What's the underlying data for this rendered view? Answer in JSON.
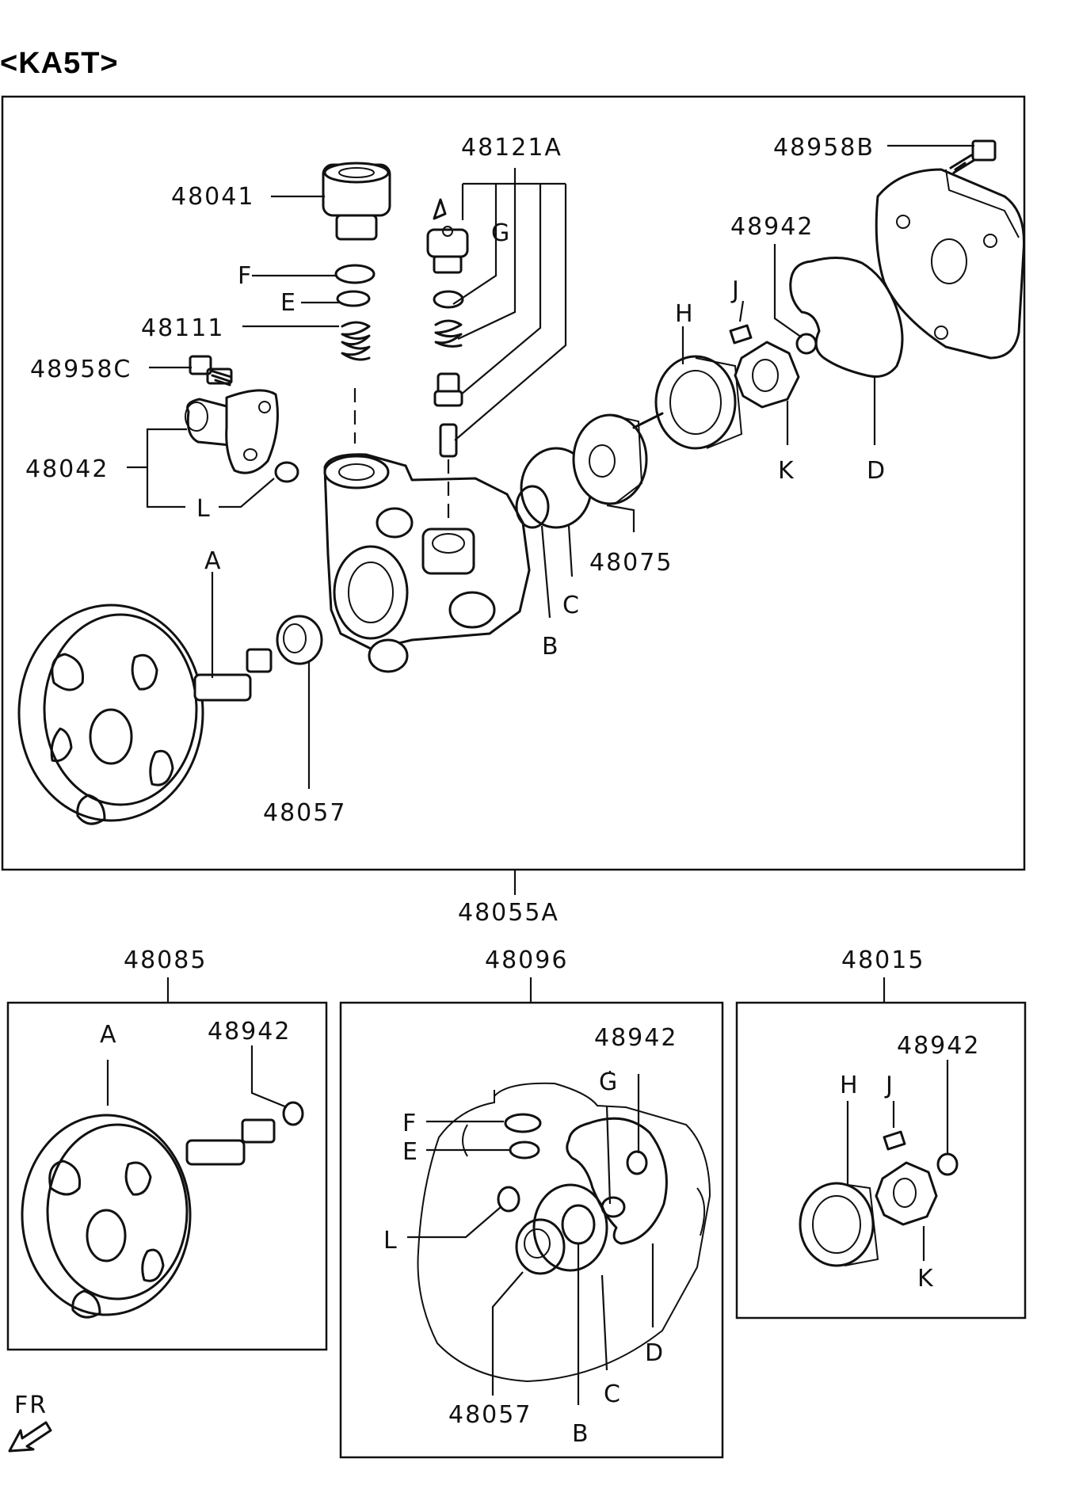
{
  "title": "<KA5T>",
  "direction_label": "FR",
  "main_assembly": {
    "label": "48055A",
    "callouts": {
      "p48121A": "48121A",
      "p48041": "48041",
      "p48958B": "48958B",
      "p48942": "48942",
      "F": "F",
      "E": "E",
      "G": "G",
      "p48111": "48111",
      "p48958C": "48958C",
      "J": "J",
      "H": "H",
      "p48042": "48042",
      "L": "L",
      "K": "K",
      "D": "D",
      "A": "A",
      "p48075": "48075",
      "C": "C",
      "B": "B",
      "p48057": "48057"
    }
  },
  "kit_48085": {
    "label": "48085",
    "callouts": {
      "A": "A",
      "p48942": "48942"
    }
  },
  "kit_48096": {
    "label": "48096",
    "callouts": {
      "p48942": "48942",
      "G": "G",
      "F": "F",
      "E": "E",
      "L": "L",
      "D": "D",
      "C": "C",
      "B": "B",
      "p48057": "48057"
    }
  },
  "kit_48015": {
    "label": "48015",
    "callouts": {
      "p48942": "48942",
      "H": "H",
      "J": "J",
      "K": "K"
    }
  }
}
